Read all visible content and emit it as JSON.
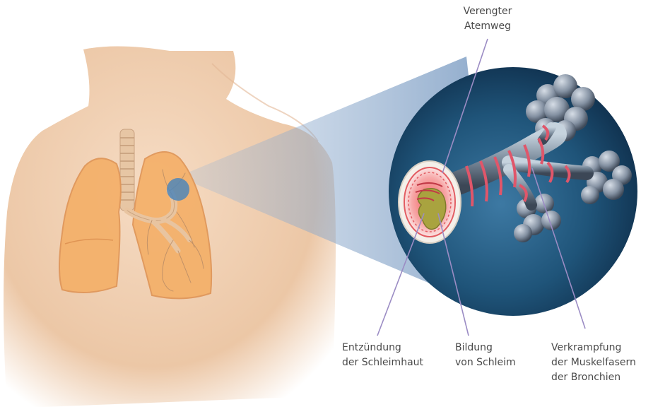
{
  "labels": {
    "narrowed_airway": {
      "line1": "Verengter",
      "line2": "Atemweg"
    },
    "inflammation": {
      "line1": "Entzündung",
      "line2": "der Schleimhaut"
    },
    "mucus": {
      "line1": "Bildung",
      "line2": "von Schleim"
    },
    "spasm": {
      "line1": "Verkrampfung",
      "line2": "der Muskelfasern",
      "line3": "der Bronchien"
    }
  },
  "colors": {
    "skin": "#f1d2b6",
    "lung": "#f4b16b",
    "magnifier_bg": "#1d4a6e",
    "leader_line": "#9b8cc4",
    "spot": "#4f86b8"
  }
}
